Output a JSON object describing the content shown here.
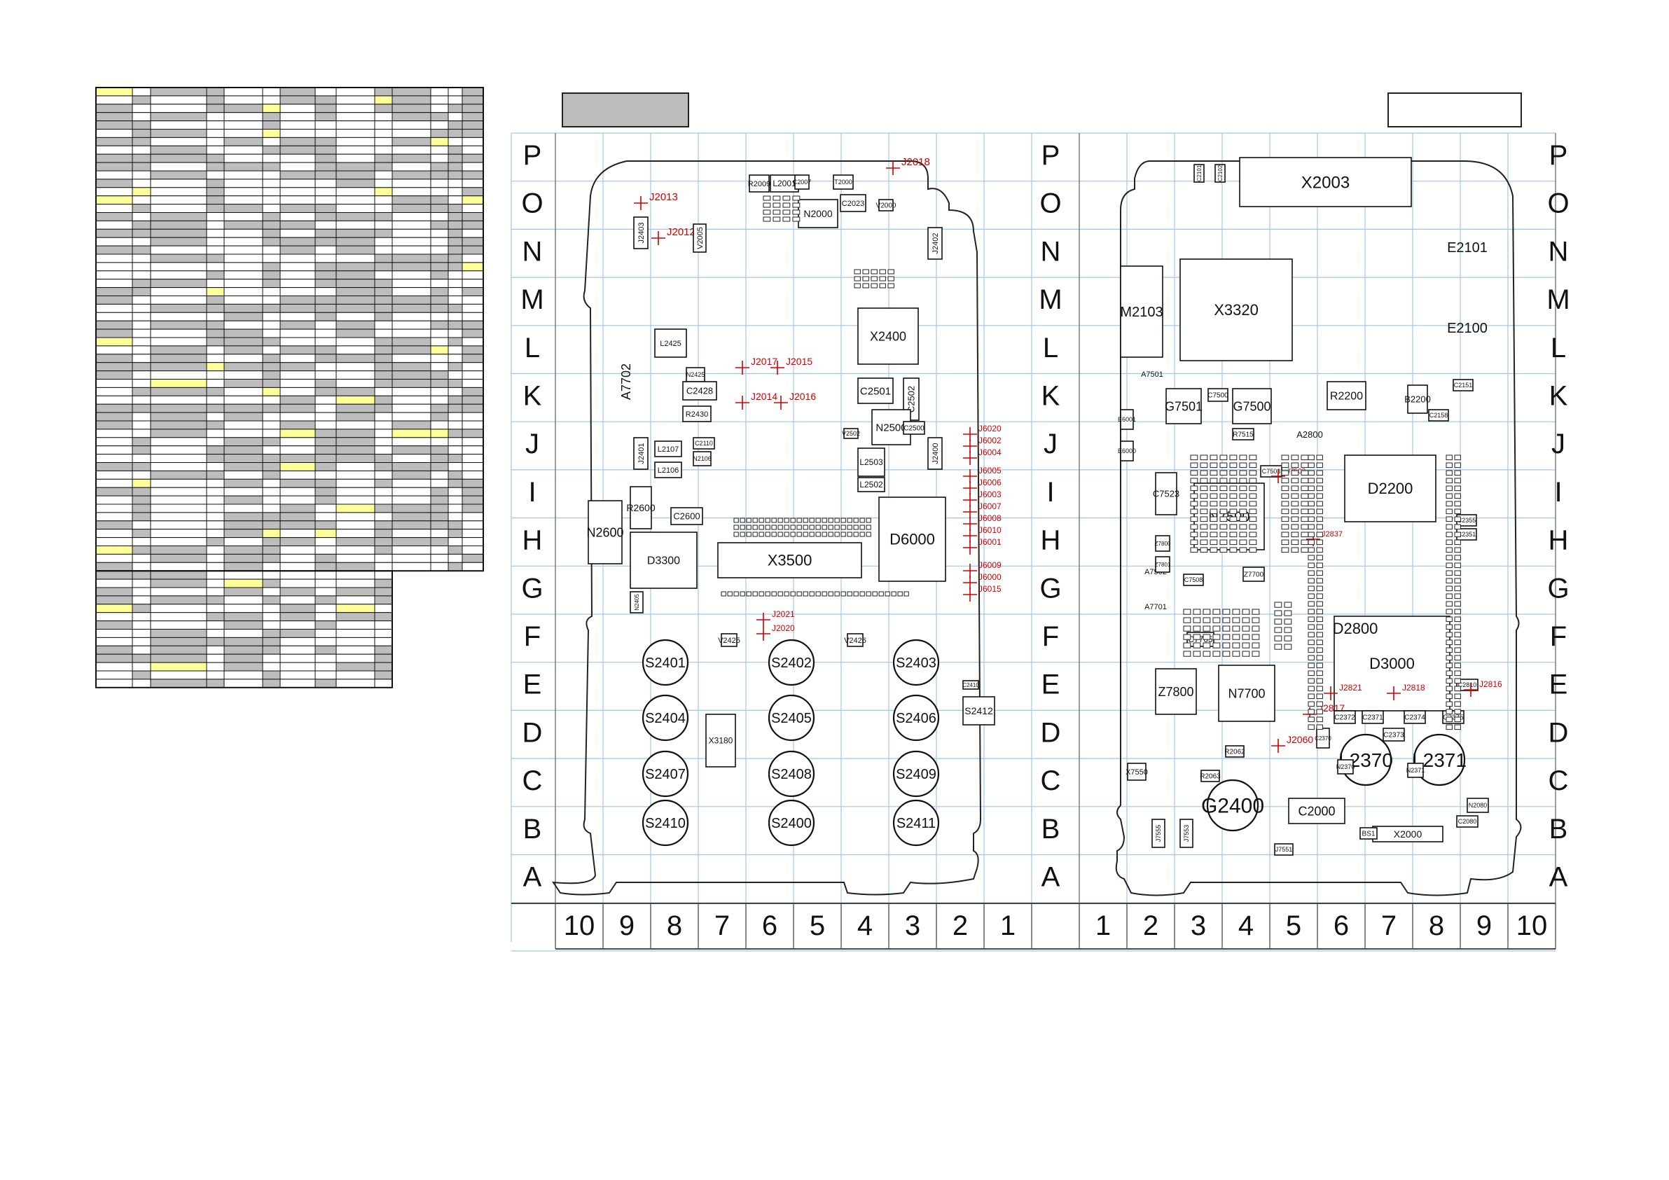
{
  "rows": [
    "P",
    "O",
    "N",
    "M",
    "L",
    "K",
    "J",
    "I",
    "H",
    "G",
    "F",
    "E",
    "D",
    "C",
    "B",
    "A"
  ],
  "left_cols": [
    "10",
    "9",
    "8",
    "7",
    "6",
    "5",
    "4",
    "3",
    "2",
    "1"
  ],
  "right_cols": [
    "1",
    "2",
    "3",
    "4",
    "5",
    "6",
    "7",
    "8",
    "9",
    "10"
  ],
  "colors": {
    "grid_line": "#9fc6e8",
    "table_gray": "#bdbdbd",
    "table_yellow": "#ffff99",
    "header_gray": "#bcbcbc",
    "ref_red": "#d10000"
  },
  "components_left": [
    "J2013",
    "J2012",
    "J2403",
    "V2005",
    "L2001",
    "R2009",
    "C2007",
    "T2000",
    "C2023",
    "N2000",
    "V2000",
    "J2018",
    "J2402",
    "X2400",
    "L2425",
    "N2425",
    "C2428",
    "R2430",
    "A7702",
    "J2017",
    "J2015",
    "J2014",
    "J2016",
    "C2501",
    "C2502",
    "N2500",
    "C2500",
    "V2502",
    "L2503",
    "L2502",
    "J2400",
    "J2401",
    "L2107",
    "L2106",
    "N2106",
    "C2110",
    "N2600",
    "R2600",
    "C2600",
    "D3300",
    "X3500",
    "D6000",
    "N2405",
    "J6020",
    "J6002",
    "J6004",
    "J6005",
    "J6006",
    "J6003",
    "J6007",
    "J6008",
    "J6010",
    "J6001",
    "J6009",
    "J6000",
    "J6015",
    "J2021",
    "J2020",
    "V2425",
    "V2426",
    "S2401",
    "S2402",
    "S2403",
    "S2404",
    "S2405",
    "S2406",
    "S2407",
    "S2408",
    "S2409",
    "S2410",
    "S2400",
    "S2411",
    "X3180",
    "S2412",
    "C2410"
  ],
  "components_right": [
    "X2003",
    "C2101",
    "C2102",
    "E2101",
    "E2100",
    "M2103",
    "X3320",
    "A7501",
    "G7501",
    "C7500",
    "G7500",
    "R7515",
    "E6001",
    "E6000",
    "C7503",
    "J7502",
    "C7523",
    "N7500",
    "A7502",
    "C7508",
    "Z7700",
    "Z7800",
    "Z7801",
    "R2200",
    "B2200",
    "C2151",
    "C2158",
    "A2800",
    "D2200",
    "C2355",
    "C2351",
    "J2837",
    "A7701",
    "C7705",
    "Z7800",
    "N7700",
    "D3000",
    "D2800",
    "C2810",
    "J2817",
    "J2821",
    "J2818",
    "J2816",
    "C2372",
    "C2371",
    "C2374",
    "C2373",
    "C2375",
    "L2370",
    "L2371",
    "N2370",
    "N2371",
    "C2370",
    "X7550",
    "R2062",
    "R2063",
    "J2060",
    "G2400",
    "C2000",
    "X2000",
    "BS1",
    "J7555",
    "J7553",
    "J7551",
    "N2080",
    "C2080"
  ]
}
